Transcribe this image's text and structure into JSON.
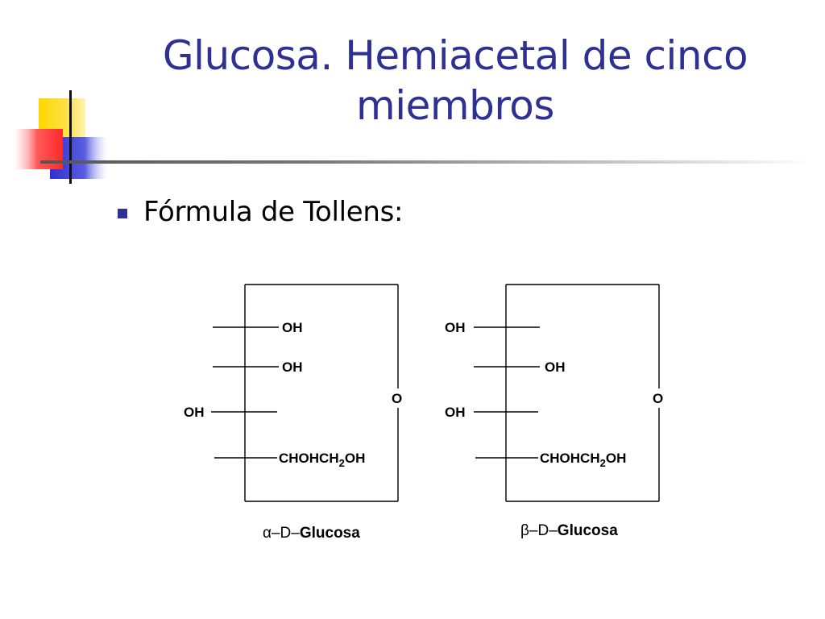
{
  "slide": {
    "title": "Glucosa. Hemiacetal de cinco miembros",
    "bullet": "Fórmula de Tollens:"
  },
  "structures": [
    {
      "name": "α–D–Glucosa",
      "caption_prefix": "α–D–",
      "caption_word": "Glucosa",
      "c2_oh": "OH",
      "c3_oh": "OH",
      "c4_oh": "OH",
      "ring_o": "O",
      "c5_group": "CHOHCH",
      "subscript": "2",
      "c5_suffix": "OH"
    },
    {
      "name": "β–D–Glucosa",
      "caption_prefix": "β–D–",
      "caption_word": "Glucosa",
      "c1_oh": "OH",
      "c2_oh": "OH",
      "c3_oh": "OH",
      "ring_o": "O",
      "c5_group": "CHOHCH",
      "subscript": "2",
      "c5_suffix": "OH"
    }
  ],
  "colors": {
    "title": "#2e3192",
    "bullet": "#2e3192",
    "deco_yellow": "#ffd600",
    "deco_red": "#ff3b3b",
    "deco_blue": "#2e31d0"
  }
}
